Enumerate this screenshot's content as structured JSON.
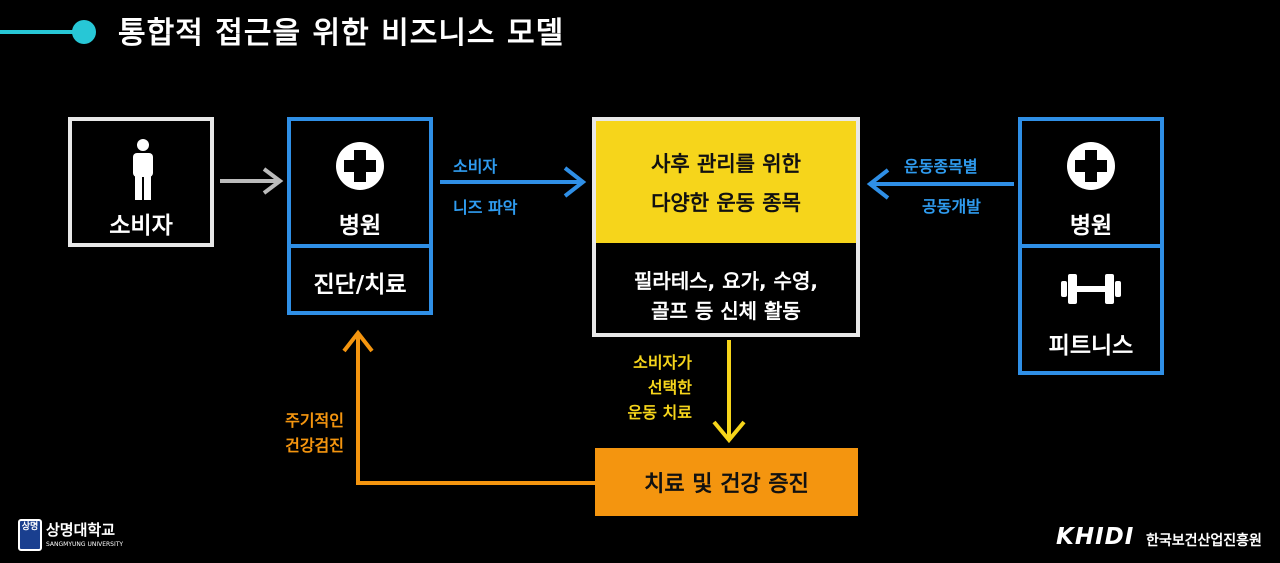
{
  "title": "통합적 접근을 위한 비즈니스 모델",
  "consumer": {
    "label": "소비자",
    "icon": "person-icon"
  },
  "hospital_left": {
    "label": "병원",
    "sub_label": "진단/치료",
    "icon": "medical-cross-icon"
  },
  "arrow_needs": {
    "line1": "소비자",
    "line2": "니즈 파악"
  },
  "center": {
    "top_line1": "사후 관리를 위한",
    "top_line2": "다양한 운동 종목",
    "bottom_line1": "필라테스, 요가, 수영,",
    "bottom_line2": "골프 등 신체 활동"
  },
  "arrow_dev": {
    "line1": "운동종목별",
    "line2": "공동개발"
  },
  "hospital_right": {
    "label": "병원",
    "icon": "medical-cross-icon"
  },
  "fitness": {
    "label": "피트니스",
    "icon": "dumbbell-icon"
  },
  "arrow_choice": {
    "line1": "소비자가",
    "line2": "선택한",
    "line3": "운동 치료"
  },
  "result": {
    "label": "치료 및 건강 증진"
  },
  "arrow_checkup": {
    "line1": "주기적인",
    "line2": "건강검진"
  },
  "logo_left": {
    "name": "상명대학교",
    "sub": "SANGMYUNG UNIVERSITY",
    "emblem": "상명"
  },
  "logo_right": {
    "name": "KHIDI",
    "sub": "한국보건산업진흥원"
  },
  "colors": {
    "blue": "#2f8fe6",
    "yellow": "#f6d51b",
    "orange": "#f4950f",
    "white": "#e8e8e8"
  }
}
